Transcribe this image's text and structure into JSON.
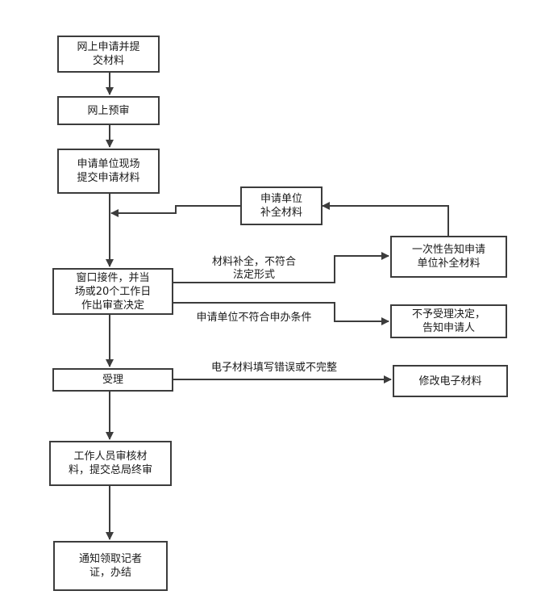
{
  "nodes": {
    "apply_online": [
      "网上申请并提",
      "交材料"
    ],
    "pre_review": [
      "网上预审"
    ],
    "onsite_submit": [
      "申请单位现场",
      "提交申请材料"
    ],
    "supplement": [
      "申请单位",
      "补全材料"
    ],
    "window_accept": [
      "窗口接件，并当",
      "场或20个工作日",
      "作出审查决定"
    ],
    "one_time_notice": [
      "一次性告知申请",
      "单位补全材料"
    ],
    "reject": [
      "不予受理决定，",
      "告知申请人"
    ],
    "accept": [
      "受理"
    ],
    "fix_electronic": [
      "修改电子材料"
    ],
    "staff_review": [
      "工作人员审核材",
      "料，提交总局终审"
    ],
    "notify_pickup": [
      "通知领取记者",
      "证，办结"
    ]
  },
  "edge_labels": {
    "incomplete": [
      "材料补全，不符合",
      "法定形式"
    ],
    "not_qualified": "申请单位不符合申办条件",
    "electronic_error": "电子材料填写错误或不完整"
  },
  "colors": {
    "line": "#3c3c3c",
    "text": "#1a1a1a",
    "background": "#ffffff"
  }
}
